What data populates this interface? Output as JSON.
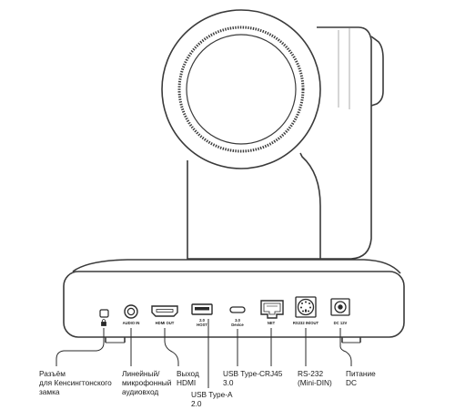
{
  "diagram": {
    "port_labels": {
      "audio_in": "AUDIO IN",
      "hdmi_out": "HDMI OUT",
      "usb_a_top": "2.0",
      "usb_a_bottom": "HOST",
      "usb_c_top": "3.0",
      "usb_c_bottom": "Device",
      "net": "NET",
      "rs232": "RS232 IN/OUT",
      "dc": "DC 12V"
    },
    "callouts": {
      "kensington": [
        "Разъём",
        "для Кенсингтонского",
        "замка"
      ],
      "audio": [
        "Линейный/",
        "микрофонный",
        "аудиовход"
      ],
      "hdmi": [
        "Выход",
        "HDMI"
      ],
      "usb_a": [
        "USB Type-A",
        "2.0"
      ],
      "usb_c": [
        "USB Type-C",
        "3.0"
      ],
      "rj45": [
        "RJ45"
      ],
      "rs232": [
        "RS-232",
        "(Mini-DIN)"
      ],
      "dc": [
        "Питание",
        "DC"
      ]
    }
  }
}
